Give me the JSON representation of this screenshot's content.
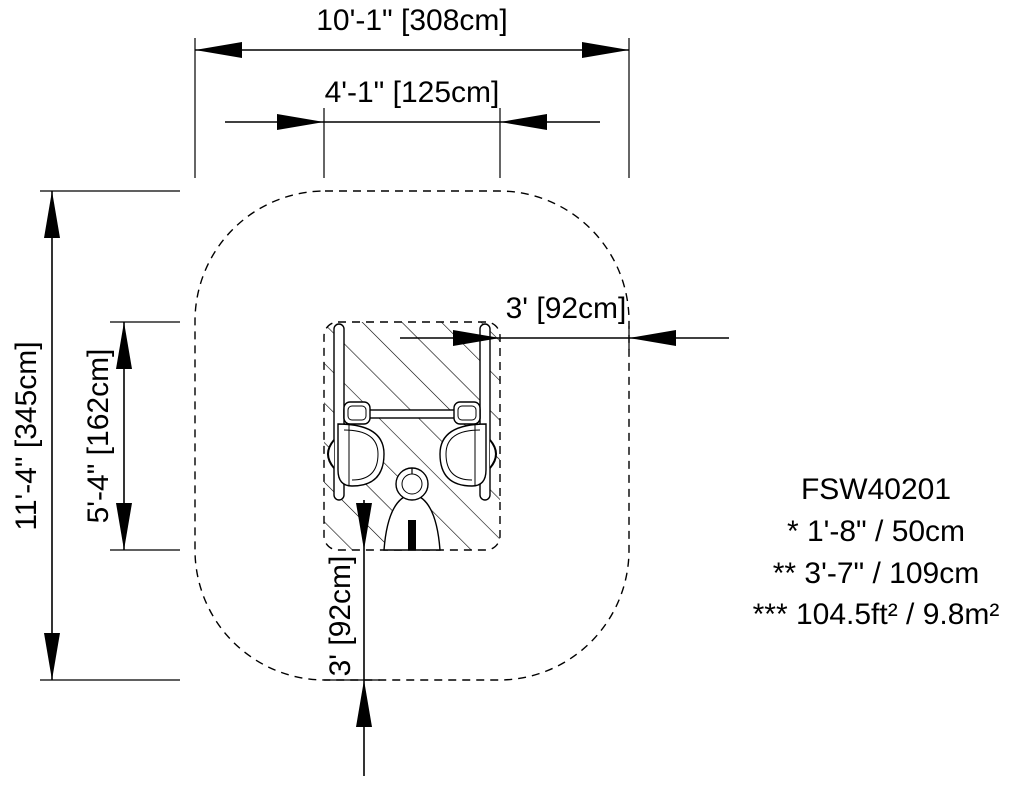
{
  "dimensions": {
    "overall_width": "10'-1\" [308cm]",
    "frame_width": "4'-1\" [125cm]",
    "side_clearance": "3' [92cm]",
    "overall_length": "11'-4\" [345cm]",
    "frame_length": "5'-4\" [162cm]",
    "front_clearance": "3' [92cm]"
  },
  "spec": {
    "model": "FSW40201",
    "line1": "* 1'-8\" / 50cm",
    "line2": "** 3'-7\" / 109cm",
    "line3": "*** 104.5ft² / 9.8m²"
  },
  "icons": {
    "seat_left": "swing-seat-icon",
    "seat_right": "swing-seat-icon",
    "child": "child-figure-icon"
  }
}
